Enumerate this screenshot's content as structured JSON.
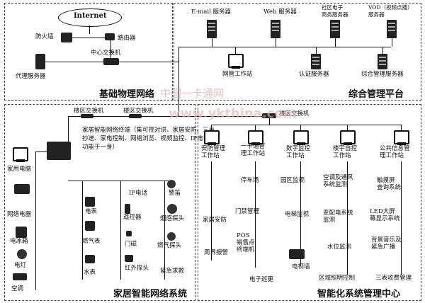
{
  "regions": {
    "basic_network": "基础物理网络",
    "management": "综合管理平台",
    "home_network": "家居智能网络系统",
    "smart_center": "智能化系统管理中心"
  },
  "top_left": {
    "internet": "Internet",
    "firewall": "防火墙",
    "router": "路由器",
    "core_switch": "中心交换机",
    "proxy_server": "代理服务器"
  },
  "top_right": {
    "email_server": "E-mail 服务器",
    "web_server": "Web 服务器",
    "community_ecommerce_server": "社区电子\n商务服务器",
    "vod_server": "VOD（视频点播）\n服务器",
    "network_mgmt_ws": "网管工作站",
    "auth_server": "认证服务器",
    "integrated_mgmt_server": "综合管理服务器"
  },
  "switches": {
    "building_switch_a": "楼区交换机",
    "building_switch_b": "楼区交换机",
    "building_switch_c": "楼区交换机"
  },
  "home": {
    "terminal_desc": "家居智能网络终端（集可视对讲、家居安防、三表抄送、家电控制、网络浏览、视频监控、IP电话等功能于一身）",
    "left_devices": [
      "家用电脑",
      "网络电器",
      "电冰箱",
      "电灯",
      "空调"
    ],
    "col1_devices": [
      "电表",
      "燃气表",
      "水表"
    ],
    "col2_devices": [
      "IP电话",
      "遥控器",
      "门磁",
      "红外探头"
    ],
    "col3_devices": [
      "警笛",
      "烟感探头",
      "燃气探头",
      "紧急求救"
    ]
  },
  "center": {
    "workstations": [
      "安防管理\n工作站",
      "一卡通管\n理工作站",
      "数字监控\n工作站",
      "楼宇自控\n工作站",
      "公共信息管\n理工作站"
    ],
    "security_items": [
      "家居安防",
      "周界报警"
    ],
    "card_items": [
      "停车场",
      "门禁管理",
      "POS\n销售点\n终端机",
      "电子巡更"
    ],
    "monitor_items": [
      "园区监视",
      "电梯监视",
      "电视墙"
    ],
    "bas_items": [
      "空调及通风\n系统监测",
      "变配电系统\n监测",
      "水位监测",
      "区域照明控制"
    ],
    "info_items": [
      "触摸屏\n查询系统",
      "LED大屏\n幕显示系统",
      "背景音乐及\n紧急广播",
      "三表收费管理"
    ]
  },
  "watermark": {
    "cn": "中国一卡通网",
    "url": "www.ykthina.com"
  }
}
